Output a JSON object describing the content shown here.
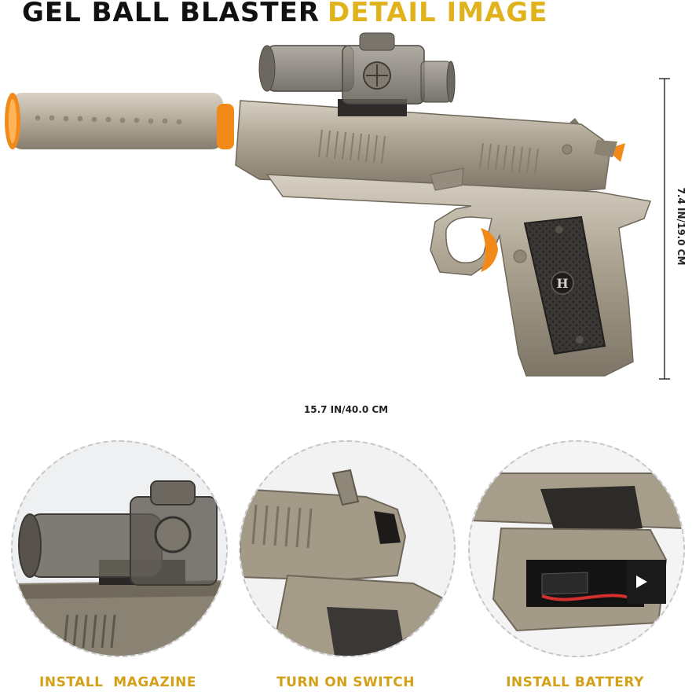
{
  "title": {
    "part1": "GEL BALL BLASTER",
    "part2": "DETAIL IMAGE"
  },
  "dimensions": {
    "length": "15.7 IN/40.0 CM",
    "height": "7.4 IN/19.0 CM"
  },
  "details": [
    {
      "caption": "INSTALL  MAGAZINE"
    },
    {
      "caption": "TURN ON SWITCH"
    },
    {
      "caption": "INSTALL BATTERY"
    }
  ],
  "grip_badge": "H",
  "colors": {
    "accent": "#e0b21c",
    "caption": "#d4a017",
    "metal": "#a9a08f",
    "orange": "#f28a1a"
  }
}
